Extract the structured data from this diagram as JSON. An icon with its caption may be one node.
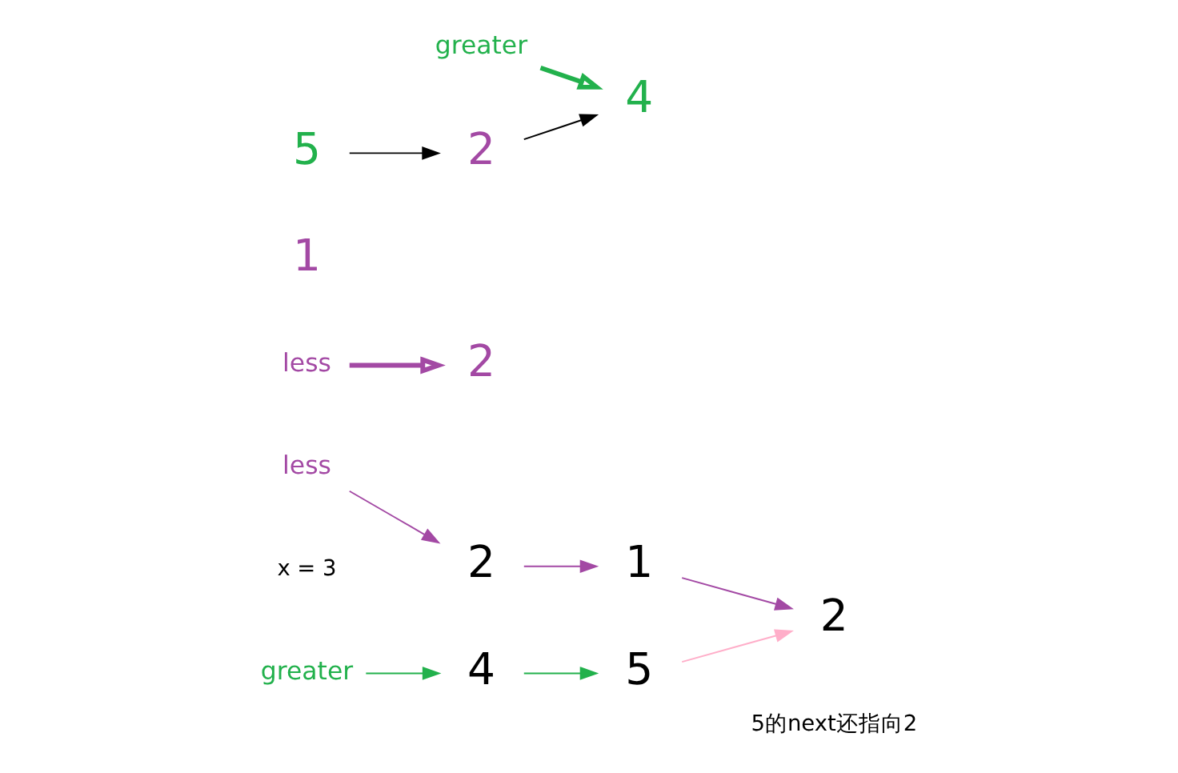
{
  "diagram": {
    "nodes": [
      {
        "text": [
          "less"
        ]
      },
      {
        "text": [
          "2"
        ]
      },
      {
        "text": [
          "4"
        ]
      },
      {
        "text": [
          "1"
        ]
      },
      {
        "text": [
          "5"
        ]
      },
      {
        "text": [
          "2"
        ]
      },
      {
        "text": [
          "greater"
        ]
      },
      {
        "text": [
          "less"
        ]
      },
      {
        "text": [
          "2"
        ]
      },
      {
        "text": [
          "1"
        ]
      },
      {
        "text": [
          "2"
        ]
      },
      {
        "text": [
          "greater"
        ]
      },
      {
        "text": [
          "4"
        ]
      },
      {
        "text": [
          "5"
        ]
      }
    ],
    "edges": [
      {
        "from": 0,
        "to": 1,
        "arrow": "to",
        "color": "#a349a4"
      },
      {
        "from": 1,
        "to": 3,
        "arrow": "to",
        "color": "#a349a4"
      },
      {
        "from": 3,
        "to": 5,
        "arrow": "to",
        "color": "#a349a4"
      },
      {
        "from": 6,
        "to": 2,
        "arrow": "to",
        "color": "#22b14c"
      },
      {
        "from": 2,
        "to": 4,
        "arrow": "to",
        "color": "#22b14c"
      },
      {
        "from": 4,
        "to": 5,
        "arrow": "to",
        "color": "#ffaec9"
      },
      {
        "from": 7,
        "to": 8,
        "arrow": "to",
        "style": "thick",
        "color": "#a349a4"
      },
      {
        "from": 11,
        "to": 12,
        "arrow": "to",
        "style": "thick",
        "color": "#22b14c"
      },
      {
        "from": 10,
        "to": 12,
        "arrow": "to",
        "color": "#000000"
      },
      {
        "from": 13,
        "to": 10,
        "arrow": "to",
        "color": "#000000"
      }
    ],
    "labels": [
      "x = 3",
      "5的next还指向2"
    ]
  }
}
